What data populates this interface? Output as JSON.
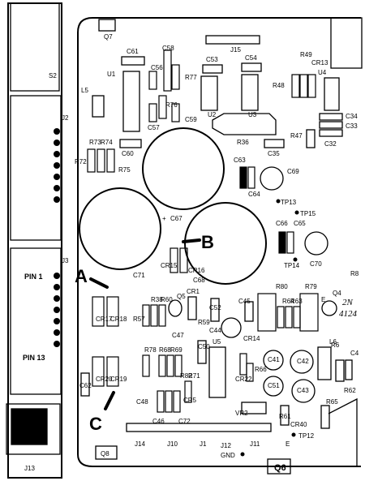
{
  "connectors": {
    "s2": "S2",
    "j2": "J2",
    "j3": "J3",
    "pin1": "PIN 1",
    "pin13": "PIN 13",
    "j13": "J13",
    "j15": "J15",
    "j14": "J14",
    "j10": "J10",
    "j1": "J1",
    "j12": "J12",
    "j11": "J11",
    "gnd": "GND"
  },
  "transistors": {
    "q7": "Q7",
    "q8": "Q8",
    "q6": "Q6",
    "q5": "Q5",
    "q4": "Q4",
    "e_q6": "E",
    "e_q4": "E"
  },
  "ics": {
    "u1": "U1",
    "u2": "U2",
    "u3": "U3",
    "u4": "U4",
    "u5": "U5"
  },
  "capacitors": {
    "c61": "C61",
    "c58": "C58",
    "c56": "C56",
    "c57": "C57",
    "c59": "C59",
    "c53": "C53",
    "c54": "C54",
    "c34": "C34",
    "c33": "C33",
    "c32": "C32",
    "c35": "C35",
    "c60": "C60",
    "c63": "C63",
    "c64": "C64",
    "c69": "C69",
    "c67": "C67",
    "c66": "C66",
    "c65": "C65",
    "c70": "C70",
    "c71": "C71",
    "c68": "C68",
    "c52": "C52",
    "c45": "C45",
    "c44": "C44",
    "c47": "C47",
    "c50": "C50",
    "c41": "C41",
    "c42": "C42",
    "c51": "C51",
    "c43": "C43",
    "c4": "C4",
    "c62": "C62",
    "c48": "C48",
    "c46": "C46",
    "c72": "C72"
  },
  "resistors": {
    "r77": "R77",
    "r76": "R76",
    "r48": "R48",
    "r49": "R49",
    "r36": "R36",
    "r47": "R47",
    "r73": "R73",
    "r74": "R74",
    "r72": "R72",
    "r75": "R75",
    "r80": "R80",
    "r64": "R64",
    "r63": "R63",
    "r79": "R79",
    "r8": "R8",
    "r57": "R57",
    "r38": "R38",
    "r60": "R60",
    "r59": "R59",
    "r78": "R78",
    "r68": "R68",
    "r69": "R69",
    "r82": "R82",
    "r71": "R71",
    "r66": "R66",
    "r6": "R6",
    "r62": "R62",
    "r61": "R61",
    "r65": "R65"
  },
  "diodes": {
    "cr13": "CR13",
    "cr15": "CR15",
    "cr16": "CR16",
    "cr1": "CR1",
    "cr17": "CR17",
    "cr18": "CR18",
    "cr20": "CR20",
    "cr19": "CR19",
    "cr14": "CR14",
    "cr22": "CR22",
    "cr5": "CR5",
    "cr40": "CR40",
    "vr2": "VR2"
  },
  "misc": {
    "l5": "L5",
    "l6": "L6",
    "tp13": "TP13",
    "tp15": "TP15",
    "tp14": "TP14",
    "tp12": "TP12",
    "plus": "+"
  },
  "callouts": {
    "a": "A",
    "b": "B",
    "c": "C"
  },
  "handwritten": {
    "line1": "2N",
    "line2": "4124"
  }
}
